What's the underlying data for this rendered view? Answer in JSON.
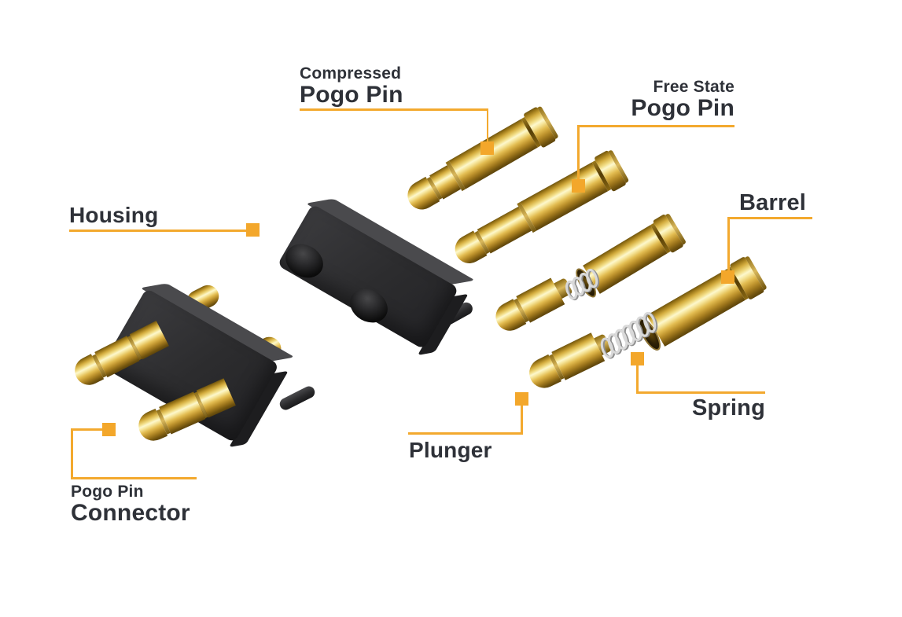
{
  "labels": {
    "compressed_pogo_pin": {
      "line1": "Compressed",
      "line2": "Pogo Pin"
    },
    "free_state_pogo_pin": {
      "line1": "Free State",
      "line2": "Pogo Pin"
    },
    "barrel": {
      "text": "Barrel"
    },
    "housing": {
      "text": "Housing"
    },
    "pogo_pin_connector": {
      "line1": "Pogo Pin",
      "line2": "Connector"
    },
    "plunger": {
      "text": "Plunger"
    },
    "spring": {
      "text": "Spring"
    }
  },
  "colors": {
    "callout_line": "#F3A92E",
    "callout_marker": "#F3A72B",
    "label_text": "#2E3138",
    "gold": "#E8C14E",
    "housing_dark": "#2E2E30",
    "spring_silver": "#D9D9D9",
    "background": "#FFFFFF"
  }
}
